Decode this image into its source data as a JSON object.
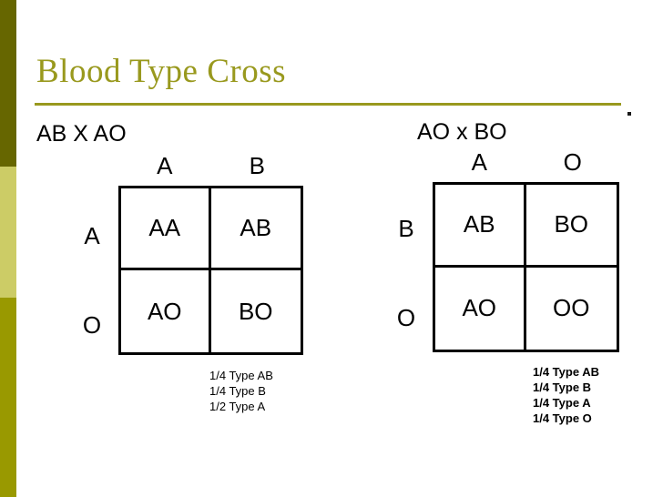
{
  "slide": {
    "title": "Blood Type Cross",
    "accent_color": "#99991E",
    "sidebar_colors": [
      "#666600",
      "#CCCC66",
      "#999900"
    ],
    "background_color": "#ffffff",
    "text_color": "#000000"
  },
  "crosses": [
    {
      "heading": "AB X AO",
      "col_headers": [
        "A",
        "B"
      ],
      "row_headers": [
        "A",
        "O"
      ],
      "cells": [
        "AA",
        "AB",
        "AO",
        "BO"
      ],
      "legend": [
        "1/4 Type AB",
        "1/4 Type B",
        "1/2 Type A"
      ]
    },
    {
      "heading": "AO x BO",
      "col_headers": [
        "A",
        "O"
      ],
      "row_headers": [
        "B",
        "O"
      ],
      "cells": [
        "AB",
        "BO",
        "AO",
        "OO"
      ],
      "legend": [
        "1/4 Type AB",
        "1/4 Type B",
        "1/4 Type A",
        "1/4 Type O"
      ]
    }
  ]
}
